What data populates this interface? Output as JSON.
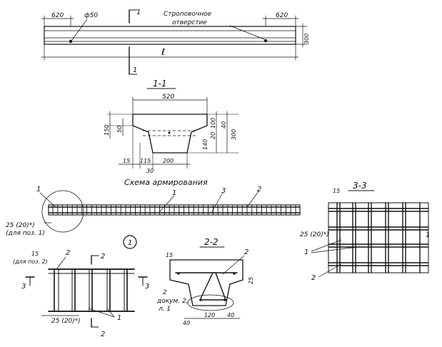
{
  "top_view": {
    "dim_left": "620",
    "dim_right": "620",
    "hole_dim": "ф50",
    "sling_hole_label": "Строповочное\nотверстие",
    "length_label": "ℓ",
    "height_dim": "300",
    "section_mark": "1"
  },
  "section_1": {
    "title": "1-1",
    "dim_top_width": "520",
    "dim_150": "150",
    "dim_50": "50",
    "dim_100": "100",
    "dim_20a": "20",
    "dim_40": "40",
    "dim_140": "140",
    "dim_300": "300",
    "dim_15": "15",
    "dim_115": "115",
    "dim_200": "200",
    "dim_30": "30"
  },
  "reinforcement": {
    "title": "Схема армирования",
    "pos_1": "1",
    "pos_2": "2",
    "pos_3": "3",
    "cover": "25 (20)*)",
    "note": "(для поз. 1)"
  },
  "detail_1": {
    "circle_label": "1",
    "dim_15": "15",
    "note": "(для поз. 2)",
    "pos_2": "2",
    "pos_1": "1",
    "cover": "25 (20)*)",
    "section_2": "2",
    "section_3": "3"
  },
  "section_2": {
    "title": "2-2",
    "dim_15": "15",
    "pos_2": "2",
    "dim_25": "25",
    "doc_ref": "2\nдокум. 2,\nл. 1",
    "dim_40a": "40",
    "dim_120": "120",
    "dim_40b": "40"
  },
  "section_3": {
    "title": "3-3",
    "dim_15": "15",
    "cover": "25 (20)*)",
    "pos_1": "1",
    "pos_2": "2"
  }
}
